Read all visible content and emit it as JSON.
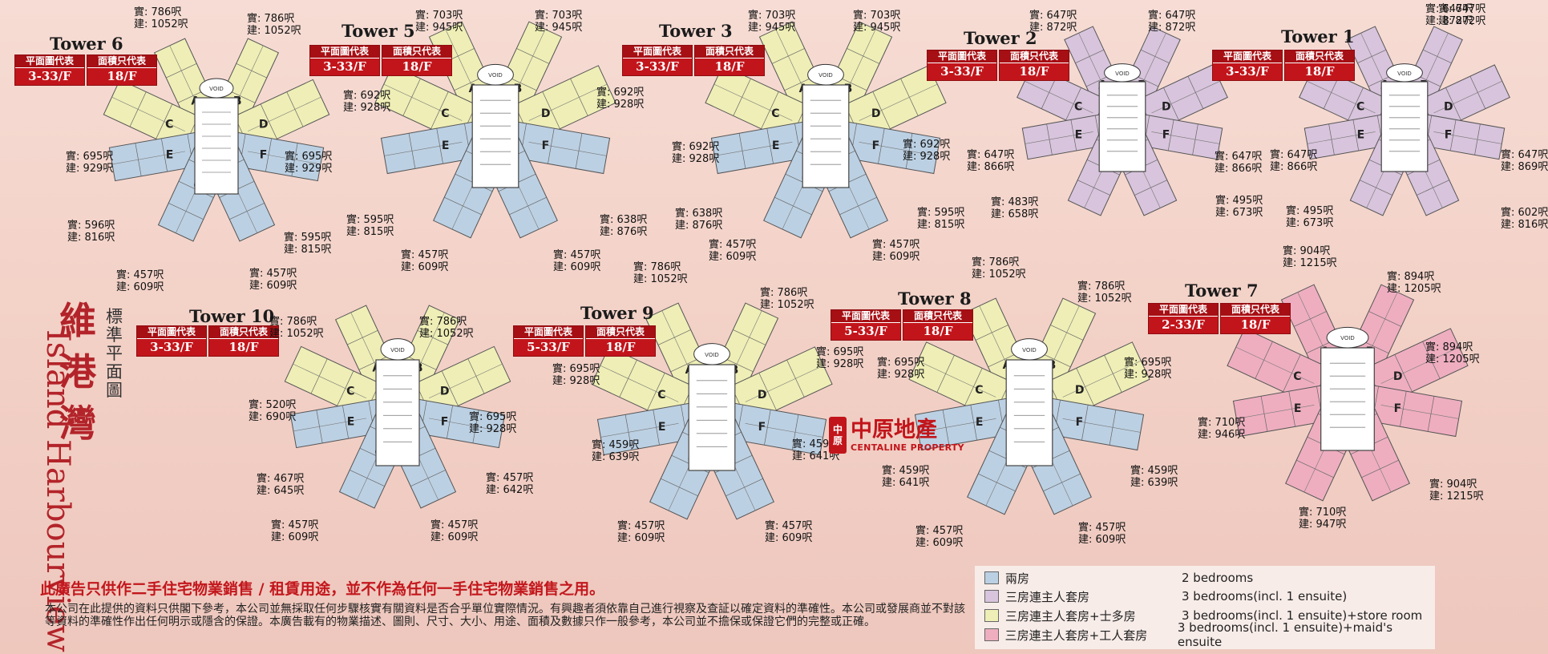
{
  "estate": {
    "name_zh": "維港灣",
    "subtitle_zh": "標準平面圖",
    "name_en": "Island Harbourview"
  },
  "labels": {
    "plan_rep": "平面圖代表",
    "area_rep": "面積只代表"
  },
  "colors": {
    "two_bed": "#bcd0e3",
    "three_bed": "#d8c4dc",
    "store": "#eeeeb6",
    "maid": "#eeaec0",
    "badge": "#c2151b"
  },
  "towers": [
    {
      "id": "t6",
      "title": "Tower 6",
      "plan_floors": "3-33/F",
      "area_floor": "18/F",
      "color": "store",
      "areas": [
        {
          "saleable": "實: 786呎",
          "gross": "建: 1052呎"
        },
        {
          "saleable": "實: 786呎",
          "gross": "建: 1052呎"
        },
        {
          "saleable": "實: 695呎",
          "gross": "建: 929呎"
        },
        {
          "saleable": "實: 695呎",
          "gross": "建: 929呎"
        },
        {
          "saleable": "實: 596呎",
          "gross": "建: 816呎"
        },
        {
          "saleable": "實: 595呎",
          "gross": "建: 815呎"
        },
        {
          "saleable": "實: 457呎",
          "gross": "建: 609呎"
        },
        {
          "saleable": "實: 457呎",
          "gross": "建: 609呎"
        }
      ]
    },
    {
      "id": "t5",
      "title": "Tower 5",
      "plan_floors": "3-33/F",
      "area_floor": "18/F",
      "color": "store",
      "areas": [
        {
          "saleable": "實: 703呎",
          "gross": "建: 945呎"
        },
        {
          "saleable": "實: 703呎",
          "gross": "建: 945呎"
        },
        {
          "saleable": "實: 692呎",
          "gross": "建: 928呎"
        },
        {
          "saleable": "實: 692呎",
          "gross": "建: 928呎"
        },
        {
          "saleable": "實: 595呎",
          "gross": "建: 815呎"
        },
        {
          "saleable": "實: 638呎",
          "gross": "建: 876呎"
        },
        {
          "saleable": "實: 457呎",
          "gross": "建: 609呎"
        },
        {
          "saleable": "實: 457呎",
          "gross": "建: 609呎"
        }
      ]
    },
    {
      "id": "t3",
      "title": "Tower 3",
      "plan_floors": "3-33/F",
      "area_floor": "18/F",
      "color": "store",
      "areas": [
        {
          "saleable": "實: 703呎",
          "gross": "建: 945呎"
        },
        {
          "saleable": "實: 703呎",
          "gross": "建: 945呎"
        },
        {
          "saleable": "實: 692呎",
          "gross": "建: 928呎"
        },
        {
          "saleable": "實: 692呎",
          "gross": "建: 928呎"
        },
        {
          "saleable": "實: 638呎",
          "gross": "建: 876呎"
        },
        {
          "saleable": "實: 595呎",
          "gross": "建: 815呎"
        },
        {
          "saleable": "實: 457呎",
          "gross": "建: 609呎"
        },
        {
          "saleable": "實: 457呎",
          "gross": "建: 609呎"
        }
      ]
    },
    {
      "id": "t2",
      "title": "Tower 2",
      "plan_floors": "3-33/F",
      "area_floor": "18/F",
      "color": "three_bed",
      "areas": [
        {
          "saleable": "實: 647呎",
          "gross": "建: 872呎"
        },
        {
          "saleable": "實: 647呎",
          "gross": "建: 872呎"
        },
        {
          "saleable": "實: 647呎",
          "gross": "建: 866呎"
        },
        {
          "saleable": "實: 647呎",
          "gross": "建: 866呎"
        },
        {
          "saleable": "實: 483呎",
          "gross": "建: 658呎"
        },
        {
          "saleable": "實: 495呎",
          "gross": "建: 673呎"
        }
      ]
    },
    {
      "id": "t1",
      "title": "Tower 1",
      "plan_floors": "3-33/F",
      "area_floor": "18/F",
      "color": "three_bed",
      "areas": [
        {
          "saleable": "實: 647呎",
          "gross": "建: 872呎"
        },
        {
          "saleable": "實: 647呎",
          "gross": "建: 872呎"
        },
        {
          "saleable": "實: 647呎",
          "gross": "建: 866呎"
        },
        {
          "saleable": "實: 647呎",
          "gross": "建: 869呎"
        },
        {
          "saleable": "實: 495呎",
          "gross": "建: 673呎"
        },
        {
          "saleable": "實: 602呎",
          "gross": "建: 816呎"
        }
      ]
    },
    {
      "id": "t10",
      "title": "Tower 10",
      "plan_floors": "3-33/F",
      "area_floor": "18/F",
      "color": "store",
      "areas": [
        {
          "saleable": "實: 786呎",
          "gross": "建: 1052呎"
        },
        {
          "saleable": "實: 786呎",
          "gross": "建: 1052呎"
        },
        {
          "saleable": "實: 520呎",
          "gross": "建: 690呎"
        },
        {
          "saleable": "實: 695呎",
          "gross": "建: 928呎"
        },
        {
          "saleable": "實: 467呎",
          "gross": "建: 645呎"
        },
        {
          "saleable": "實: 457呎",
          "gross": "建: 642呎"
        },
        {
          "saleable": "實: 457呎",
          "gross": "建: 609呎"
        },
        {
          "saleable": "實: 457呎",
          "gross": "建: 609呎"
        }
      ]
    },
    {
      "id": "t9",
      "title": "Tower 9",
      "plan_floors": "5-33/F",
      "area_floor": "18/F",
      "color": "store",
      "areas": [
        {
          "saleable": "實: 786呎",
          "gross": "建: 1052呎"
        },
        {
          "saleable": "實: 786呎",
          "gross": "建: 1052呎"
        },
        {
          "saleable": "實: 695呎",
          "gross": "建: 928呎"
        },
        {
          "saleable": "實: 695呎",
          "gross": "建: 928呎"
        },
        {
          "saleable": "實: 459呎",
          "gross": "建: 639呎"
        },
        {
          "saleable": "實: 459呎",
          "gross": "建: 641呎"
        },
        {
          "saleable": "實: 457呎",
          "gross": "建: 609呎"
        },
        {
          "saleable": "實: 457呎",
          "gross": "建: 609呎"
        }
      ]
    },
    {
      "id": "t8",
      "title": "Tower 8",
      "plan_floors": "5-33/F",
      "area_floor": "18/F",
      "color": "store",
      "areas": [
        {
          "saleable": "實: 786呎",
          "gross": "建: 1052呎"
        },
        {
          "saleable": "實: 786呎",
          "gross": "建: 1052呎"
        },
        {
          "saleable": "實: 695呎",
          "gross": "建: 928呎"
        },
        {
          "saleable": "實: 695呎",
          "gross": "建: 928呎"
        },
        {
          "saleable": "實: 459呎",
          "gross": "建: 641呎"
        },
        {
          "saleable": "實: 459呎",
          "gross": "建: 639呎"
        },
        {
          "saleable": "實: 457呎",
          "gross": "建: 609呎"
        },
        {
          "saleable": "實: 457呎",
          "gross": "建: 609呎"
        }
      ]
    },
    {
      "id": "t7",
      "title": "Tower 7",
      "plan_floors": "2-33/F",
      "area_floor": "18/F",
      "color": "maid",
      "areas": [
        {
          "saleable": "實: 904呎",
          "gross": "建: 1215呎"
        },
        {
          "saleable": "實: 894呎",
          "gross": "建: 1205呎"
        },
        {
          "saleable": "實: 894呎",
          "gross": "建: 1205呎"
        },
        {
          "saleable": "實: 710呎",
          "gross": "建: 946呎"
        },
        {
          "saleable": "實: 904呎",
          "gross": "建: 1215呎"
        },
        {
          "saleable": "實: 710呎",
          "gross": "建: 947呎"
        }
      ]
    }
  ],
  "logo": {
    "mark": "中原",
    "zh": "中原地產",
    "en": "CENTALINE PROPERTY"
  },
  "disclaimer": "此廣告只供作二手住宅物業銷售 / 租賃用途，並不作為任何一手住宅物業銷售之用。",
  "fine_print": "本公司在此提供的資料只供閣下參考，本公司並無採取任何步驟核實有關資料是否合乎單位實際情況。有興趣者須依靠自己進行視察及查証以確定資料的準確性。本公司或發展商並不對該等資料的準確性作出任何明示或隱含的保證。本廣告載有的物業描述、圖則、尺寸、大小、用途、面積及數據只作一般參考，本公司並不擔保或保證它們的完整或正確。",
  "legend": [
    {
      "zh": "兩房",
      "en": "2 bedrooms",
      "color": "two_bed"
    },
    {
      "zh": "三房連主人套房",
      "en": "3 bedrooms(incl. 1 ensuite)",
      "color": "three_bed"
    },
    {
      "zh": "三房連主人套房+士多房",
      "en": "3 bedrooms(incl. 1 ensuite)+store room",
      "color": "store"
    },
    {
      "zh": "三房連主人套房+工人套房",
      "en": "3 bedrooms(incl. 1 ensuite)+maid's ensuite",
      "color": "maid"
    }
  ]
}
